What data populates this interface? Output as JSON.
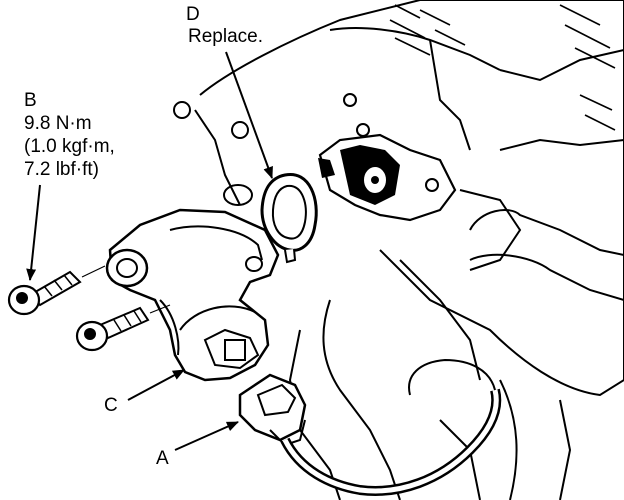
{
  "callouts": {
    "a": {
      "letter": "A"
    },
    "b": {
      "letter": "B",
      "line1": "9.8 N·m",
      "line2": "(1.0 kgf·m,",
      "line3": "7.2 lbf·ft)"
    },
    "c": {
      "letter": "C"
    },
    "d": {
      "letter": "D",
      "note": "Replace."
    }
  }
}
